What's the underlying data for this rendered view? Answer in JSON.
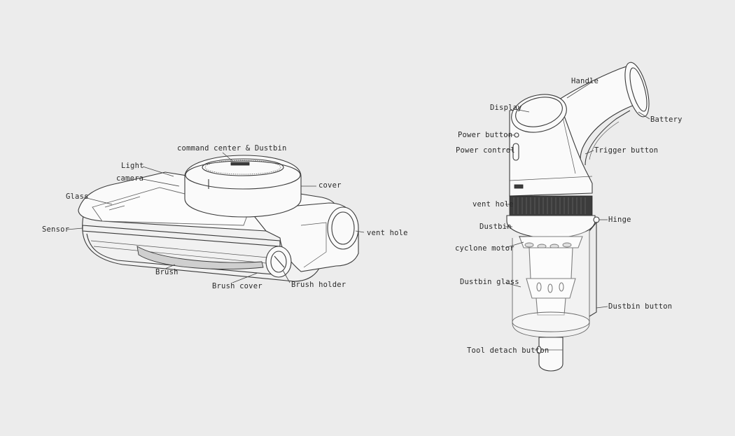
{
  "colors": {
    "background": "#ececec",
    "line": "#3a3a3a",
    "fill": "#fafafa",
    "text": "#2a2a2a"
  },
  "robot_labels": {
    "command_center": "command center & Dustbin",
    "light": "Light",
    "camera": "camera",
    "cover": "cover",
    "glass": "Glass",
    "sensor": "Sensor",
    "vent_hole": "vent hole",
    "brush": "Brush",
    "brush_cover": "Brush cover",
    "brush_holder": "Brush holder"
  },
  "stick_labels": {
    "handle": "Handle",
    "display": "Display",
    "battery": "Battery",
    "power_button": "Power button",
    "power_control": "Power control",
    "trigger_button": "Trigger button",
    "vent_hole": "vent hole",
    "hinge": "Hinge",
    "dustbin": "Dustbin",
    "cyclone_motor": "cyclone motor",
    "dustbin_glass": "Dustbin glass",
    "dustbin_button": "Dustbin button",
    "tool_detach_button": "Tool detach button"
  }
}
